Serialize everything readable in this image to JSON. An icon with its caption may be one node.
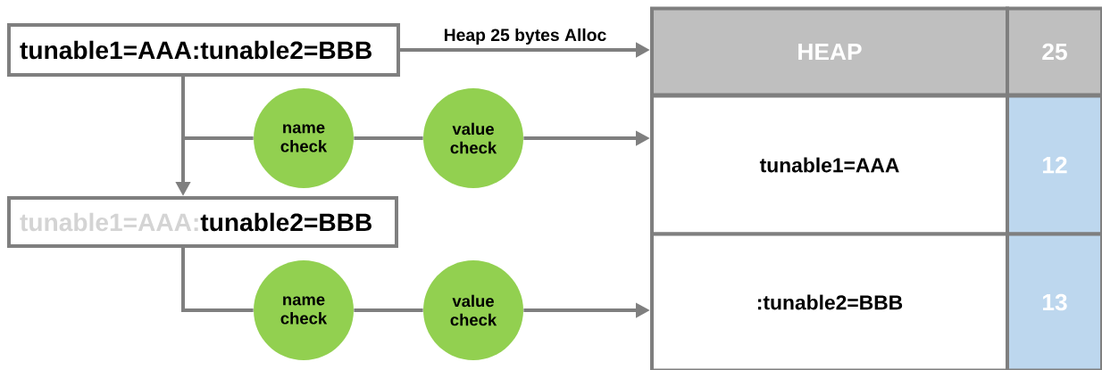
{
  "diagram": {
    "nodes": [
      {
        "text": [
          "tunable1=AAA:tunable2=BBB"
        ]
      },
      {
        "text": [
          "tunable1=AAA:",
          "tunable2=BBB"
        ]
      },
      {
        "text": [
          "name check"
        ]
      },
      {
        "text": [
          "value check"
        ]
      },
      {
        "text": [
          "name check"
        ]
      },
      {
        "text": [
          "value check"
        ]
      },
      {
        "text": [
          "HEAP"
        ]
      },
      {
        "text": [
          "25"
        ]
      },
      {
        "text": [
          "tunable1=AAA"
        ]
      },
      {
        "text": [
          "12"
        ]
      },
      {
        "text": [
          ":tunable2=BBB"
        ]
      },
      {
        "text": [
          "13"
        ]
      }
    ],
    "edges": [
      {
        "from": 0,
        "to": 6,
        "arrow": "to",
        "label": "Heap 25 bytes Alloc"
      },
      {
        "from": 0,
        "to": 1,
        "arrow": "to"
      },
      {
        "from": 0,
        "to": 2,
        "arrow": "none"
      },
      {
        "from": 2,
        "to": 3,
        "arrow": "none"
      },
      {
        "from": 3,
        "to": 8,
        "arrow": "to"
      },
      {
        "from": 1,
        "to": 4,
        "arrow": "none"
      },
      {
        "from": 4,
        "to": 5,
        "arrow": "none"
      },
      {
        "from": 5,
        "to": 10,
        "arrow": "to"
      }
    ]
  }
}
